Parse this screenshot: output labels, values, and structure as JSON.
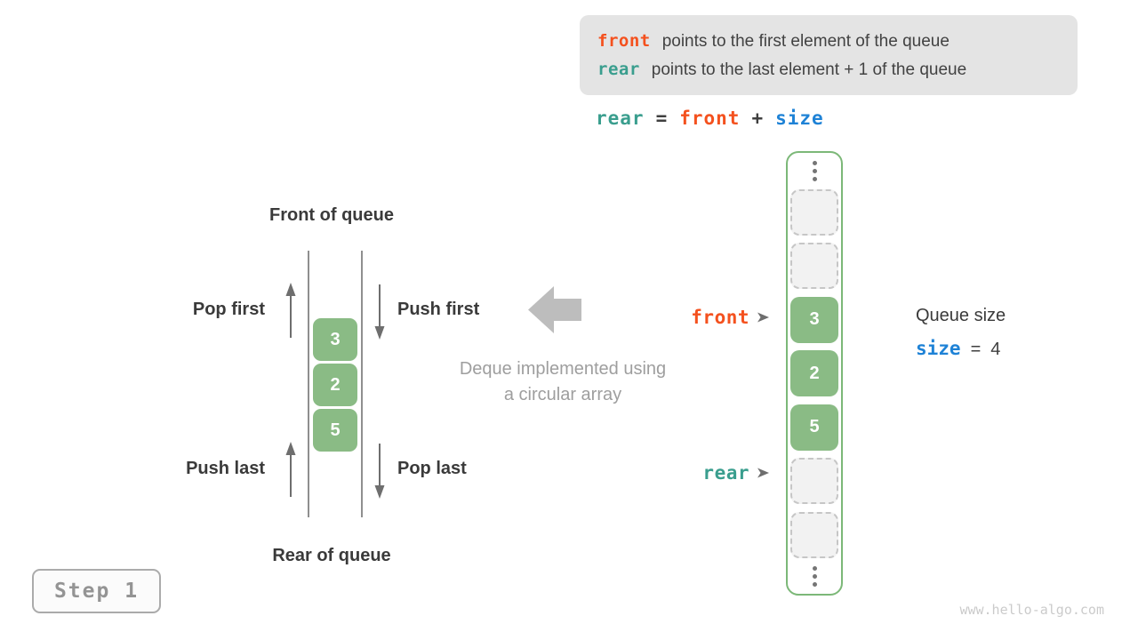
{
  "colors": {
    "orange": "#f4511e",
    "teal": "#3a9e8e",
    "blue": "#1e82d6",
    "green_fill": "#8abb85",
    "green_border": "#7cb878",
    "legend_bg": "#e4e4e4",
    "gray_caption": "#9e9e9e"
  },
  "legend": {
    "rows": [
      {
        "term": "front",
        "desc": "points to the first element of the queue"
      },
      {
        "term": "rear",
        "desc": "points to the last element + 1 of the queue"
      }
    ]
  },
  "formula": {
    "lhs": "rear",
    "eq": "=",
    "mid": "front",
    "plus": "+",
    "rhs": "size"
  },
  "deque": {
    "front_title": "Front of queue",
    "rear_title": "Rear of queue",
    "pop_first": "Pop first",
    "push_first": "Push first",
    "push_last": "Push last",
    "pop_last": "Pop last",
    "values": [
      "3",
      "2",
      "5"
    ]
  },
  "center_caption": {
    "line1": "Deque implemented using",
    "line2": "a circular array"
  },
  "circular_array": {
    "cells": [
      "ellipsis",
      "empty",
      "empty",
      "3",
      "2",
      "5",
      "empty",
      "empty",
      "ellipsis"
    ],
    "front_label": "front",
    "rear_label": "rear"
  },
  "queue_size": {
    "title": "Queue size",
    "var": "size",
    "eq": "=",
    "value": "4"
  },
  "step_badge": {
    "label": "Step 1"
  },
  "watermark": "www.hello-algo.com"
}
